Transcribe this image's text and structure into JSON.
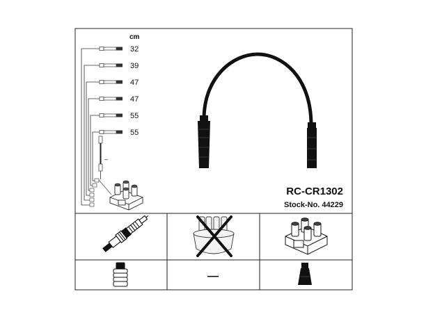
{
  "legend": {
    "unit": "cm",
    "lengths": [
      "32",
      "39",
      "47",
      "47",
      "55",
      "55"
    ],
    "dash": "–"
  },
  "product": {
    "part_number": "RC-CR1302",
    "stock_label": "Stock-No. 44229"
  },
  "footer": {
    "middle_dash": "—"
  },
  "icons": {
    "spark_plug": "spark-plug-icon",
    "distributor_cap_crossed": "distributor-cap-crossed-icon",
    "ignition_coil": "ignition-coil-icon",
    "straight_connector": "straight-boot-connector-icon",
    "rubber_boot": "rubber-boot-icon"
  }
}
